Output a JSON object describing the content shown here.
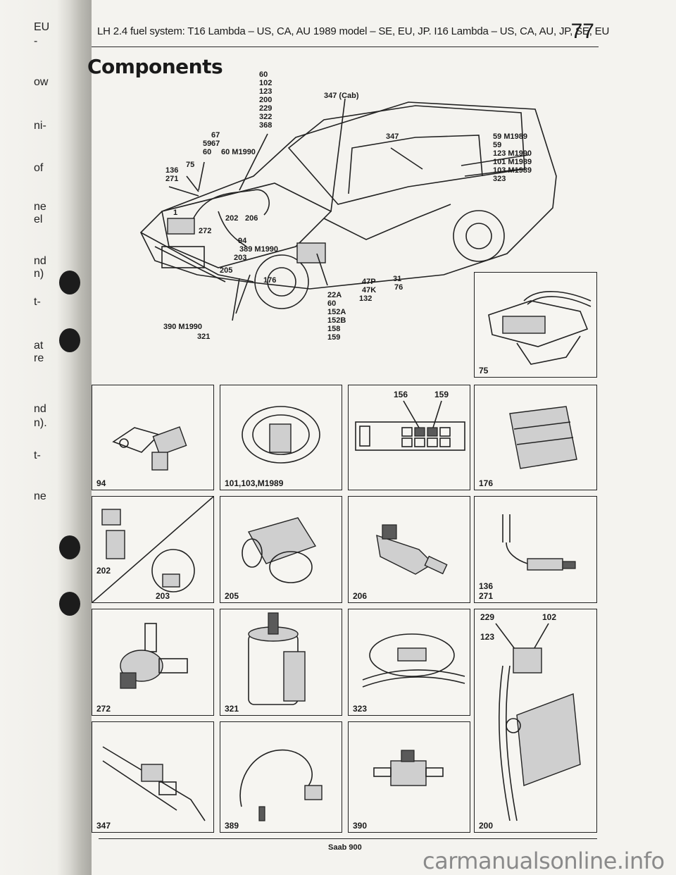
{
  "header": {
    "title": "LH 2.4 fuel system: T16 Lambda – US, CA, AU 1989 model – SE, EU, JP. I16 Lambda – US, CA, AU, JP, SE, EU",
    "page_number": "77"
  },
  "left_edge_fragments": [
    "EU",
    "-",
    "ow",
    "ni-",
    "of",
    "ne",
    "el",
    "nd",
    "n)",
    "t-",
    "at",
    "re",
    "nd",
    "n).",
    "t-",
    "ne"
  ],
  "section_title": "Components",
  "car_callouts": {
    "top_stack": [
      "60",
      "102",
      "123",
      "200",
      "229",
      "322",
      "368"
    ],
    "cab": "347 (Cab)",
    "rear_347": "347",
    "l_67": "67",
    "l_67b": "67",
    "l_59": "59",
    "l_60": "60",
    "l_60m": "60 M1990",
    "l_75": "75",
    "l_136": "136",
    "l_271": "271",
    "l_1": "1",
    "l_202": "202",
    "l_206": "206",
    "l_272": "272",
    "l_94": "94",
    "l_389": "389 M1990",
    "l_203": "203",
    "l_205": "205",
    "l_176": "176",
    "l_390": "390 M1990",
    "l_321": "321",
    "front_stack": [
      "22A",
      "60",
      "152A",
      "152B",
      "158",
      "159"
    ],
    "l_47p": "47P",
    "l_47k": "47K",
    "l_132": "132",
    "l_31": "31",
    "l_76": "76",
    "right_stack": [
      "59",
      "59",
      "123 M1990",
      "101",
      "103 M1989",
      "323"
    ],
    "right_stack_tags": [
      "M1989",
      "",
      "",
      "M1989",
      "",
      ""
    ]
  },
  "detail_label": "75",
  "panels": [
    {
      "label": "94"
    },
    {
      "label": "101,103,M1989"
    },
    {
      "label": "",
      "top_labels": [
        "156",
        "159"
      ]
    },
    {
      "label": "176"
    },
    {
      "label": "202",
      "label2": "203"
    },
    {
      "label": "205"
    },
    {
      "label": "206"
    },
    {
      "label": "136\n271"
    },
    {
      "label": "272"
    },
    {
      "label": "321"
    },
    {
      "label": "323"
    },
    {
      "label": "",
      "top_labels": [
        "229",
        "102",
        "123"
      ]
    },
    {
      "label": "347"
    },
    {
      "label": "389"
    },
    {
      "label": "390"
    },
    {
      "label": "200"
    }
  ],
  "footer": {
    "text": "Saab 900"
  },
  "watermark": "carmanualsonline.info"
}
